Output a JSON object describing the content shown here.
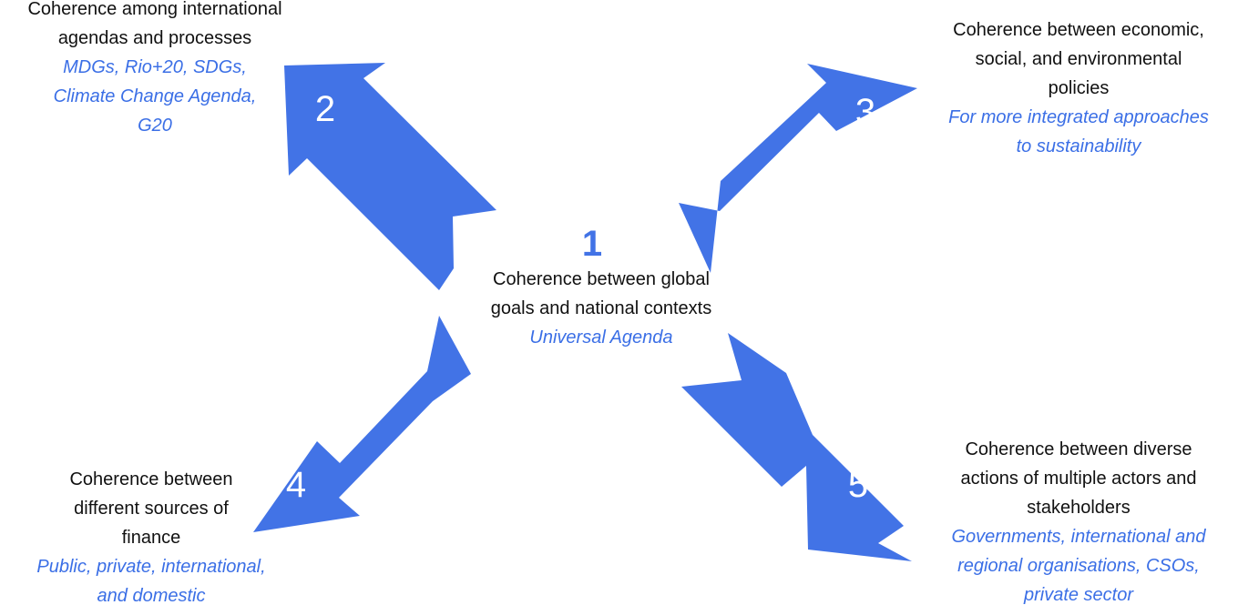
{
  "colors": {
    "arrow": "#4273E6",
    "detail_text": "#3B6FE6",
    "body_text": "#111111",
    "number_on_arrow": "#FFFFFF"
  },
  "center": {
    "number": "1",
    "lines": [
      "Coherence between global",
      "goals and national contexts"
    ],
    "detail": [
      "Universal Agenda"
    ]
  },
  "nodes": [
    {
      "number": "2",
      "lines": [
        "Coherence among international",
        "agendas and processes"
      ],
      "detail": [
        "MDGs, Rio+20, SDGs,",
        "Climate Change Agenda,",
        "G20"
      ]
    },
    {
      "number": "3",
      "lines": [
        "Coherence between economic,",
        "social, and environmental",
        "policies"
      ],
      "detail": [
        "For more integrated approaches",
        "to sustainability"
      ]
    },
    {
      "number": "4",
      "lines": [
        "Coherence between",
        "different sources of",
        "finance"
      ],
      "detail": [
        "Public, private, international,",
        "and domestic"
      ]
    },
    {
      "number": "5",
      "lines": [
        "Coherence between diverse",
        "actions of multiple actors and",
        "stakeholders"
      ],
      "detail": [
        "Governments, international and",
        "regional organisations, CSOs,",
        "private sector"
      ]
    }
  ]
}
